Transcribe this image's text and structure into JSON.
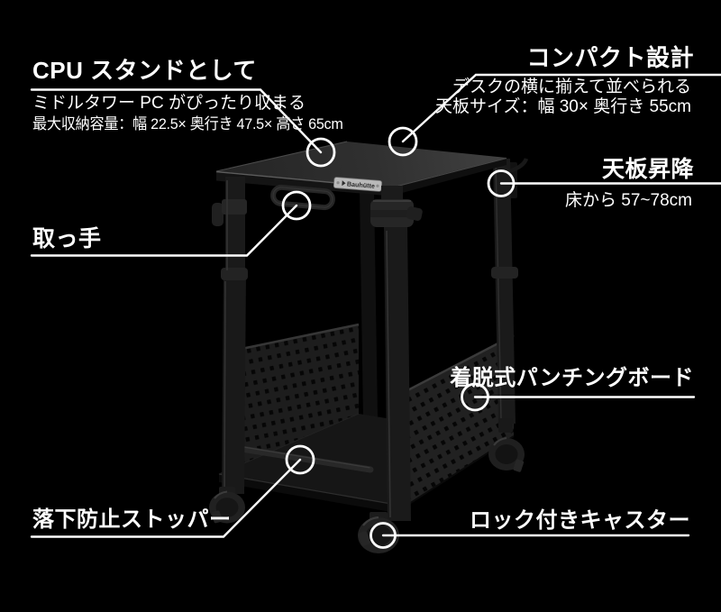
{
  "colors": {
    "background": "#000000",
    "annotation": "#ffffff",
    "text": "#ffffff",
    "tabletop": "#343434",
    "frame": "#1a1a1a",
    "plate": "#b9b9b9"
  },
  "brand_plate": {
    "label": "Bauhütte"
  },
  "callouts": {
    "cpu_stand": {
      "title": "CPU スタンドとして",
      "desc1": "ミドルタワー PC がぴったり収まる",
      "desc2": "最大収納容量：幅 22.5× 奥行き 47.5× 高さ 65cm"
    },
    "compact": {
      "title": "コンパクト設計",
      "desc1": "デスクの横に揃えて並べられる",
      "desc2": "天板サイズ：幅 30× 奥行き 55cm"
    },
    "lift": {
      "title": "天板昇降",
      "desc1": "床から 57~78cm"
    },
    "handle": {
      "title": "取っ手"
    },
    "pegboard": {
      "title": "着脱式パンチングボード"
    },
    "stopper": {
      "title": "落下防止ストッパー"
    },
    "caster": {
      "title": "ロック付きキャスター"
    }
  }
}
